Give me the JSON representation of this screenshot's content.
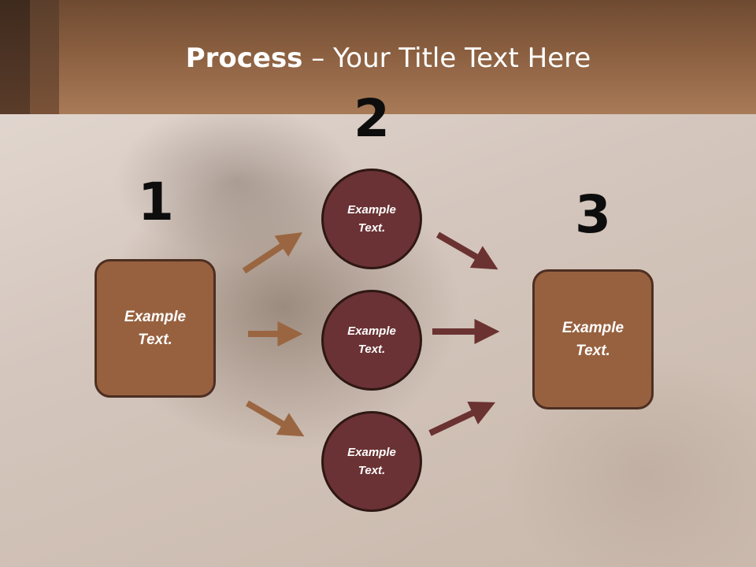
{
  "slide": {
    "title_bold": "Process",
    "title_rest": " – Your Title Text Here"
  },
  "steps": {
    "step1": {
      "number": "1",
      "text": "Example\nText."
    },
    "step2": {
      "number": "2",
      "circles": [
        {
          "text": "Example\nText."
        },
        {
          "text": "Example\nText."
        },
        {
          "text": "Example\nText."
        }
      ]
    },
    "step3": {
      "number": "3",
      "text": "Example\nText."
    }
  },
  "colors": {
    "header": "#8a5f40",
    "box_fill": "#97613f",
    "circle_fill": "#6a3234",
    "arrow_left": "#9a6641",
    "arrow_right": "#6b3232"
  }
}
